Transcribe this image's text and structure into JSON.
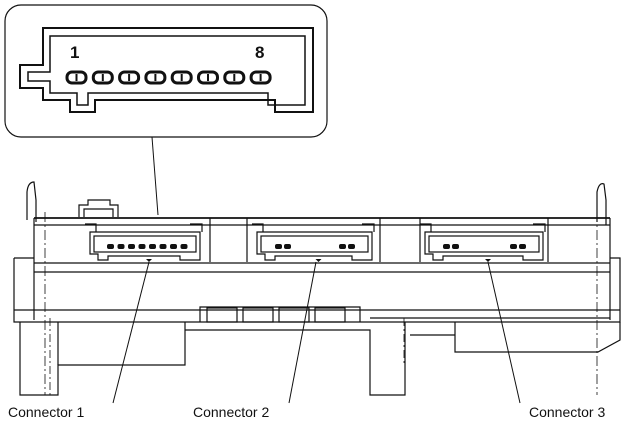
{
  "diagram": {
    "inset": {
      "pin_first": "1",
      "pin_last": "8",
      "pin_count": 8
    },
    "connectors": [
      {
        "label": "Connector 1",
        "visible_pins": 8
      },
      {
        "label": "Connector 2",
        "visible_pins": 4
      },
      {
        "label": "Connector 3",
        "visible_pins": 4
      }
    ],
    "colors": {
      "line": "#111111",
      "background": "#ffffff"
    }
  }
}
